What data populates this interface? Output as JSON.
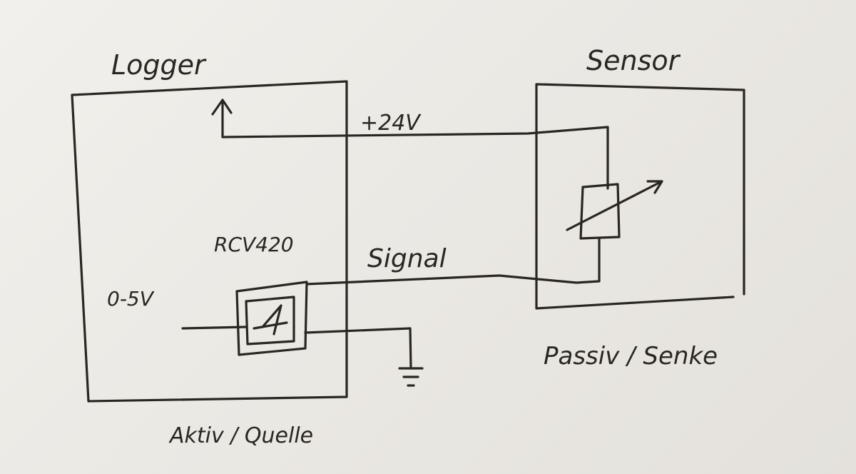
{
  "labels": {
    "logger": "Logger",
    "sensor": "Sensor",
    "supply": "+24V",
    "signal": "Signal",
    "module": "RCV420",
    "output_range": "0-5V",
    "logger_mode": "Aktiv / Quelle",
    "sensor_mode": "Passiv / Senke"
  },
  "colors": {
    "ink": "#2a2622",
    "paper": "#efede9"
  }
}
